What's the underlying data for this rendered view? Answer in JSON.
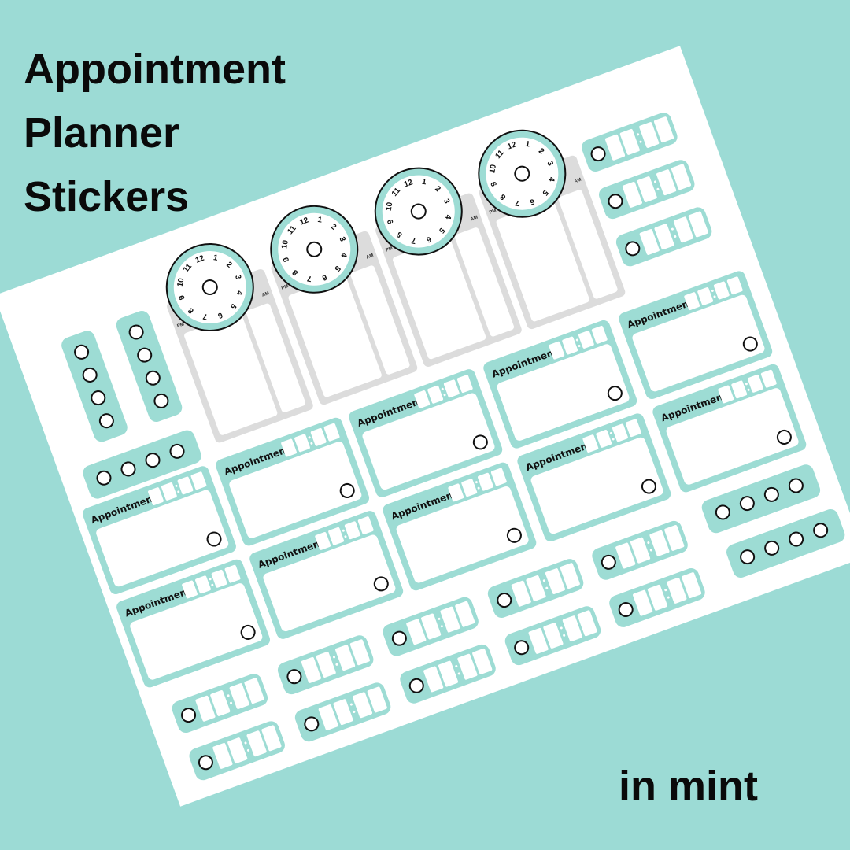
{
  "title": {
    "lines": [
      "Appointment",
      "Planner",
      "Stickers"
    ]
  },
  "subtitle": "in mint",
  "sticker": {
    "appointment_label": "Appointment",
    "am_label": "AM",
    "pm_label": "PM",
    "clock_numbers": [
      "12",
      "1",
      "2",
      "3",
      "4",
      "5",
      "6",
      "7",
      "8",
      "9",
      "10",
      "11"
    ]
  },
  "colors": {
    "background": "#9cdbd5",
    "mint": "#9ddcd4",
    "panel_gray": "#dcdcdc"
  }
}
